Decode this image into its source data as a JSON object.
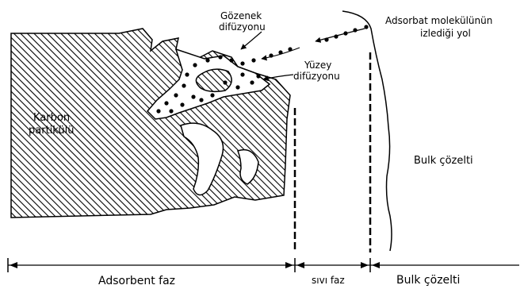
{
  "labels": {
    "carbon_particle_line1": "Karbon",
    "carbon_particle_line2": "partikülü",
    "pore_diffusion_line1": "Gözenek",
    "pore_diffusion_line2": "difüzyonu",
    "surface_diffusion_line1": "Yüzey",
    "surface_diffusion_line2": "difüzyonu",
    "molecule_path_line1": "Adsorbat molekülünün",
    "molecule_path_line2": "izlediği yol",
    "bulk_solution_region": "Bulk çözelti"
  },
  "phase_axis": {
    "adsorbent_phase": "Adsorbent faz",
    "liquid_phase": "sıvı faz",
    "bulk_solution": "Bulk çözelti"
  },
  "colors": {
    "ink": "#000000",
    "background": "#ffffff"
  }
}
